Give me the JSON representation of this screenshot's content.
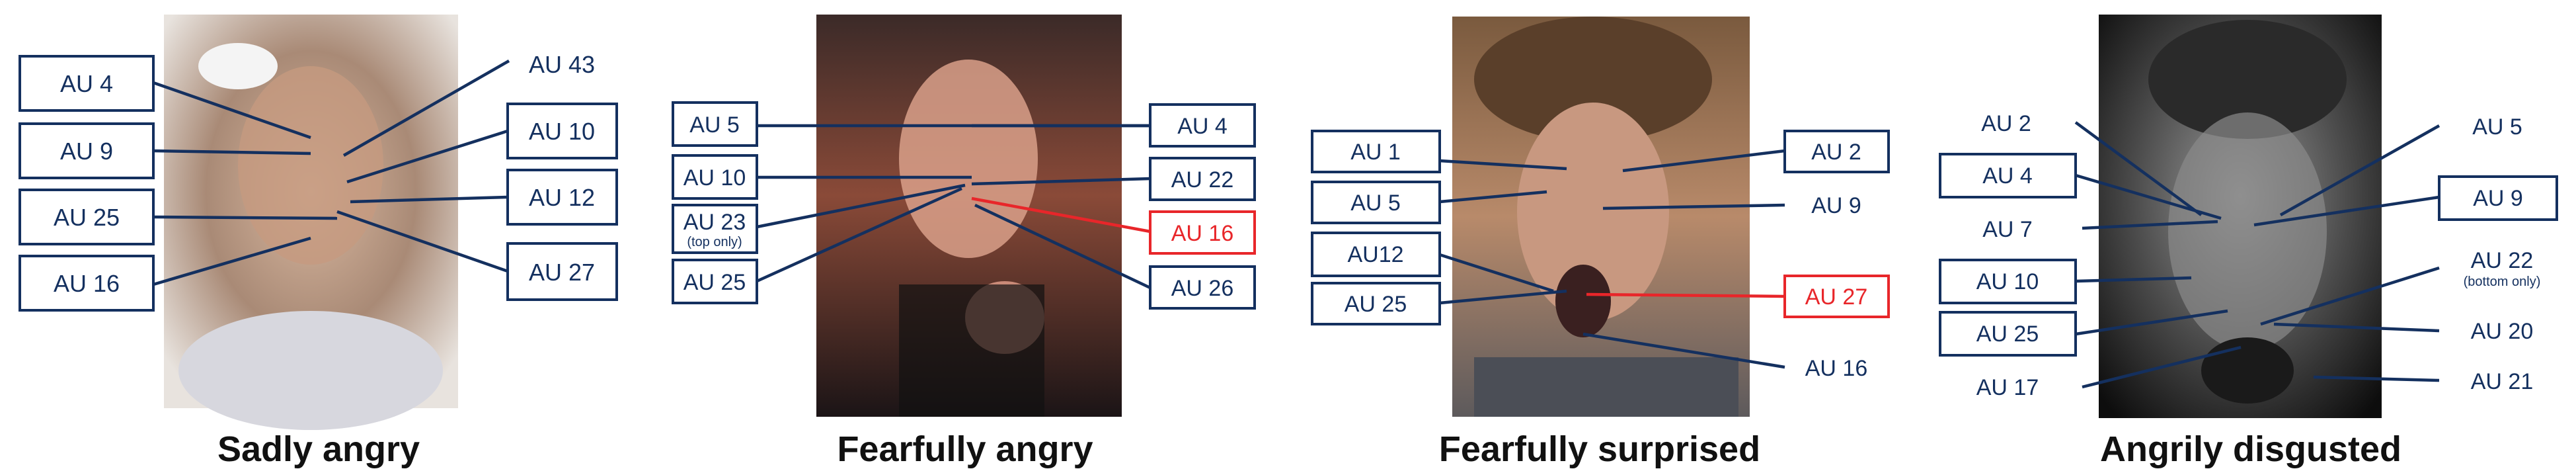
{
  "colors": {
    "label": "#14305f",
    "highlight": "#e8262a",
    "caption": "#111111"
  },
  "panels": [
    {
      "caption": "Sadly angry",
      "photo": "woman pulling her hair and screaming in anger",
      "labels": [
        "AU 4",
        "AU 9",
        "AU 25",
        "AU 16",
        "AU 43",
        "AU 10",
        "AU 12",
        "AU 27"
      ]
    },
    {
      "caption": "Fearfully angry",
      "photo": "young woman shouting with clenched fist",
      "labels": [
        "AU 5",
        "AU 10",
        "AU 23",
        "AU 25",
        "AU 4",
        "AU 22",
        "AU 16",
        "AU 26"
      ],
      "notes": [
        "(top only)"
      ],
      "highlighted": [
        "AU 16"
      ]
    },
    {
      "caption": "Fearfully surprised",
      "photo": "man with messy hair and wide open mouth",
      "labels": [
        "AU 1",
        "AU 5",
        "AU12",
        "AU 25",
        "AU 2",
        "AU 9",
        "AU 27",
        "AU 16"
      ],
      "highlighted": [
        "AU 27"
      ]
    },
    {
      "caption": "Angrily disgusted",
      "photo": "black and white portrait of a snarling man",
      "labels": [
        "AU 2",
        "AU 4",
        "AU 7",
        "AU 10",
        "AU 25",
        "AU 17",
        "AU 5",
        "AU 9",
        "AU 22",
        "AU 20",
        "AU 21"
      ],
      "notes": [
        "(bottom only)"
      ]
    }
  ]
}
